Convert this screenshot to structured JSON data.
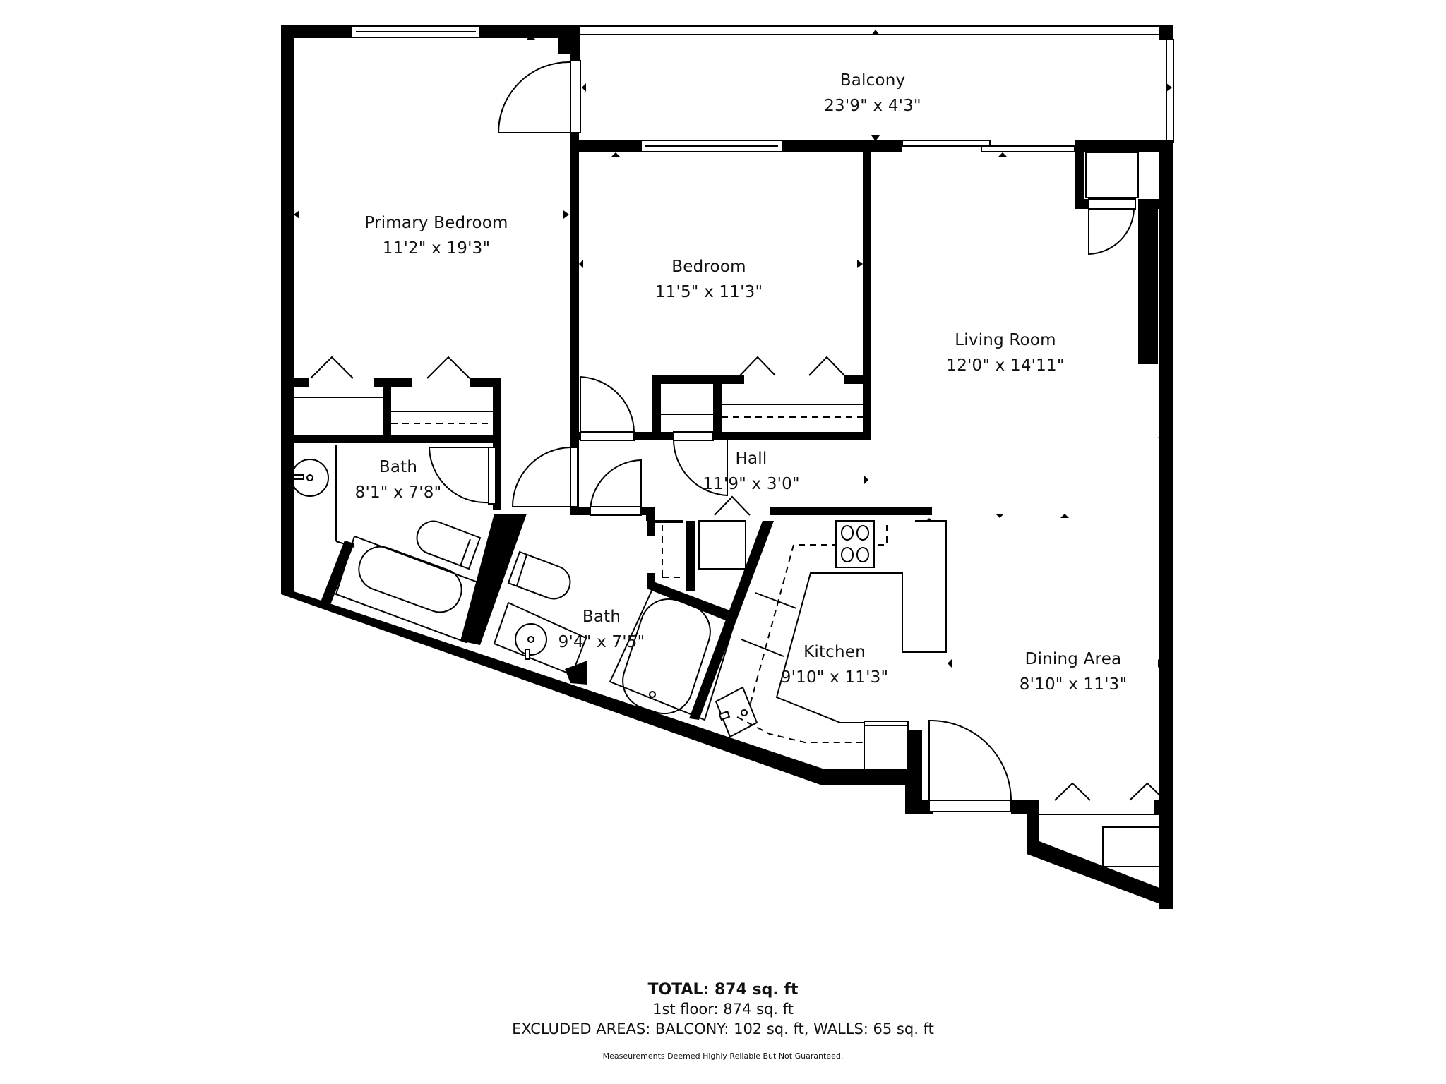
{
  "floorplan": {
    "rooms": [
      {
        "id": "primary-bedroom",
        "name": "Primary Bedroom",
        "dims": "11'2\" x 19'3\""
      },
      {
        "id": "balcony",
        "name": "Balcony",
        "dims": "23'9\" x 4'3\""
      },
      {
        "id": "bedroom",
        "name": "Bedroom",
        "dims": "11'5\" x 11'3\""
      },
      {
        "id": "living-room",
        "name": "Living Room",
        "dims": "12'0\" x 14'11\""
      },
      {
        "id": "bath-1",
        "name": "Bath",
        "dims": "8'1\" x 7'8\""
      },
      {
        "id": "hall",
        "name": "Hall",
        "dims": "11'9\" x 3'0\""
      },
      {
        "id": "bath-2",
        "name": "Bath",
        "dims": "9'4\" x 7'5\""
      },
      {
        "id": "kitchen",
        "name": "Kitchen",
        "dims": "9'10\" x 11'3\""
      },
      {
        "id": "dining-area",
        "name": "Dining Area",
        "dims": "8'10\" x 11'3\""
      }
    ],
    "fixtures": [
      "window",
      "door-swing",
      "bifold-closet-door",
      "sliding-door",
      "bathtub",
      "toilet",
      "sink",
      "cooktop",
      "kitchen-sink",
      "appliance"
    ],
    "colors": {
      "wall": "#000000",
      "background": "#ffffff",
      "text": "#111111"
    }
  },
  "summary": {
    "total": "TOTAL: 874 sq. ft",
    "floor": "1st floor: 874 sq. ft",
    "excluded": "EXCLUDED AREAS: BALCONY: 102 sq. ft, WALLS: 65 sq. ft",
    "disclaimer": "Measeurements Deemed Highly Reliable But Not Guaranteed."
  }
}
